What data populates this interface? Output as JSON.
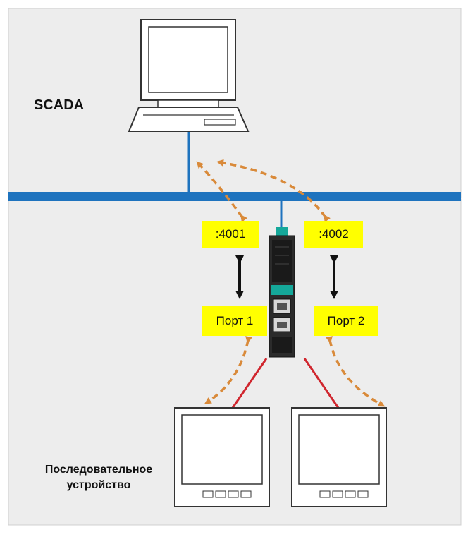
{
  "labels": {
    "scada": "SCADA",
    "device_line1": "Последовательное",
    "device_line2": "устройство"
  },
  "ports": {
    "tcp_1": ":4001",
    "tcp_2": ":4002",
    "serial_1": "Порт 1",
    "serial_2": "Порт 2"
  },
  "colors": {
    "network_bus": "#1e73be",
    "tag_fill": "#ffff00",
    "data_flow_arrow": "#d98a3a",
    "serial_cable": "#d0262e",
    "panel_background": "#ededed",
    "gateway_accent": "#15a89a"
  }
}
